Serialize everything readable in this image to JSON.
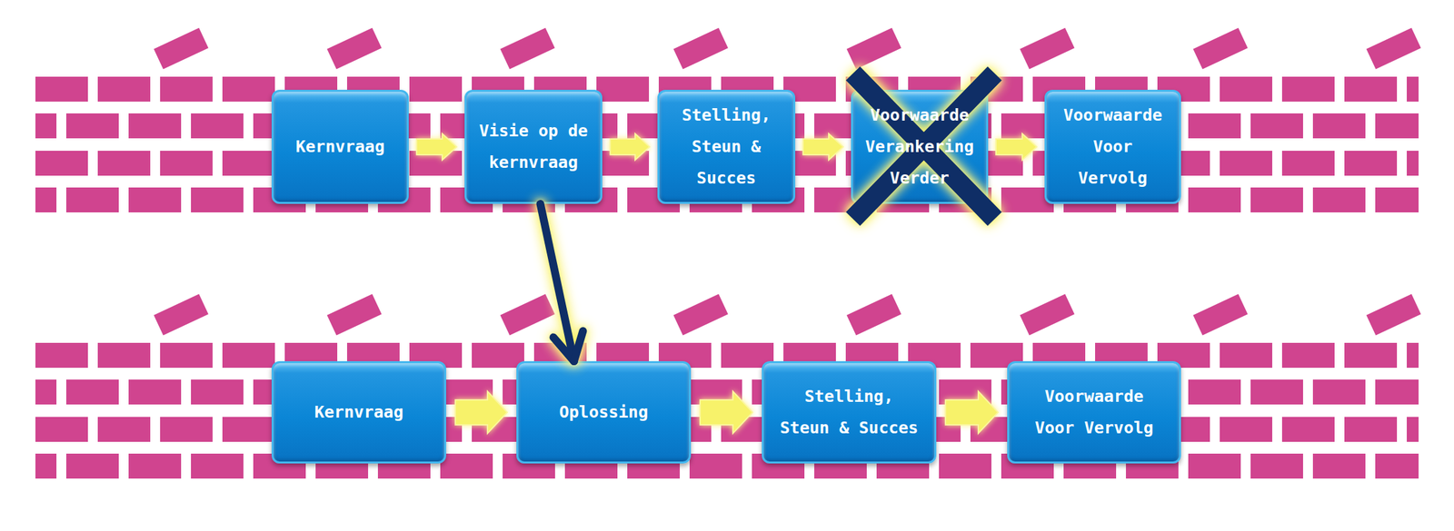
{
  "diagram": {
    "nodes": [
      {
        "text": [
          "Kernvraag"
        ]
      },
      {
        "text": [
          "Visie op de kernvraag"
        ]
      },
      {
        "text": [
          "Stelling, Steun & Succes"
        ]
      },
      {
        "text": [
          "Voorwaarde Verankering Verder"
        ]
      },
      {
        "text": [
          "Voorwaarde Voor Vervolg"
        ]
      },
      {
        "text": [
          "Kernvraag"
        ]
      },
      {
        "text": [
          "Oplossing"
        ]
      },
      {
        "text": [
          "Stelling, Steun & Succes"
        ]
      },
      {
        "text": [
          "Voorwaarde Voor Vervolg"
        ]
      }
    ],
    "edges": [
      {
        "from": 0,
        "to": 1,
        "arrow": "to"
      },
      {
        "from": 1,
        "to": 2,
        "arrow": "to"
      },
      {
        "from": 2,
        "to": 3,
        "arrow": "to"
      },
      {
        "from": 3,
        "to": 4,
        "arrow": "to"
      },
      {
        "from": 5,
        "to": 6,
        "arrow": "to"
      },
      {
        "from": 6,
        "to": 7,
        "arrow": "to"
      },
      {
        "from": 7,
        "to": 8,
        "arrow": "to"
      },
      {
        "from": 1,
        "to": 6,
        "arrow": "to"
      }
    ]
  }
}
